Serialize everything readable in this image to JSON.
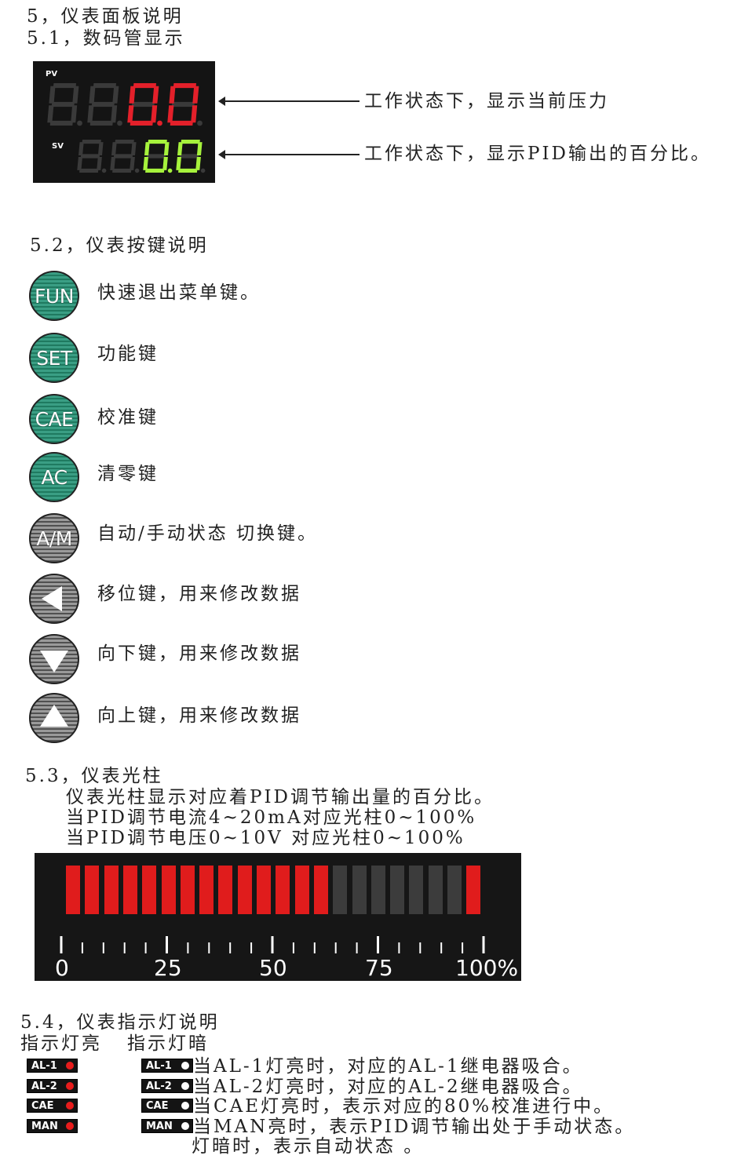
{
  "s5": {
    "title": "5，仪表面板说明",
    "sub": "5.1，数码管显示",
    "panel": {
      "pv_label": "PV",
      "sv_label": "SV",
      "pv_digits": "0.0",
      "sv_digits": "0.0",
      "pv_color": "#e3202a",
      "sv_color": "#a6f23c",
      "off_color": "#3a3a3a"
    },
    "pv_desc": "工作状态下，显示当前压力",
    "sv_desc": "工作状态下，显示PID输出的百分比。"
  },
  "s52": {
    "title": "5.2，仪表按键说明",
    "buttons": [
      {
        "label": "FUN",
        "icon": "",
        "style": "green",
        "desc": "快速退出菜单键。"
      },
      {
        "label": "SET",
        "icon": "",
        "style": "green",
        "desc": "功能键"
      },
      {
        "label": "CAE",
        "icon": "",
        "style": "green",
        "desc": "校准键"
      },
      {
        "label": "AC",
        "icon": "",
        "style": "green",
        "desc": "清零键"
      },
      {
        "label": "A/M",
        "icon": "",
        "style": "gray",
        "desc": "自动/手动状态 切换键。"
      },
      {
        "label": "",
        "icon": "left-triangle-icon",
        "style": "gray",
        "desc": "移位键，用来修改数据"
      },
      {
        "label": "",
        "icon": "down-triangle-icon",
        "style": "gray",
        "desc": "向下键，用来修改数据"
      },
      {
        "label": "",
        "icon": "up-triangle-icon",
        "style": "gray",
        "desc": "向上键，用来修改数据"
      }
    ]
  },
  "s53": {
    "title": "5.3，仪表光柱",
    "line1": "仪表光柱显示对应着PID调节输出量的百分比。",
    "line2": "当PID调节电流4~20mA对应光柱0~100%",
    "line3": "当PID调节电压0~10V 对应光柱0~100%",
    "bar": {
      "segments_total": 22,
      "lit_segments": [
        0,
        1,
        2,
        3,
        4,
        5,
        6,
        7,
        8,
        9,
        10,
        11,
        12,
        13,
        21
      ],
      "on_color": "#e01c1c",
      "off_color": "#3c3c3c",
      "scale_labels": [
        "0",
        "25",
        "50",
        "75",
        "100%"
      ]
    }
  },
  "s54": {
    "title": "5.4，仪表指示灯说明",
    "col_on": "指示灯亮",
    "col_off": "指示灯暗",
    "indicators": [
      {
        "label": "AL-1",
        "desc": "当AL-1灯亮时，对应的AL-1继电器吸合。"
      },
      {
        "label": "AL-2",
        "desc": "当AL-2灯亮时，对应的AL-2继电器吸合。"
      },
      {
        "label": "CAE",
        "desc": "当CAE灯亮时，表示对应的80%校准进行中。"
      },
      {
        "label": "MAN",
        "desc": "当MAN亮时，表示PID调节输出处于手动状态。"
      }
    ],
    "extra": "灯暗时，表示自动状态 。"
  }
}
